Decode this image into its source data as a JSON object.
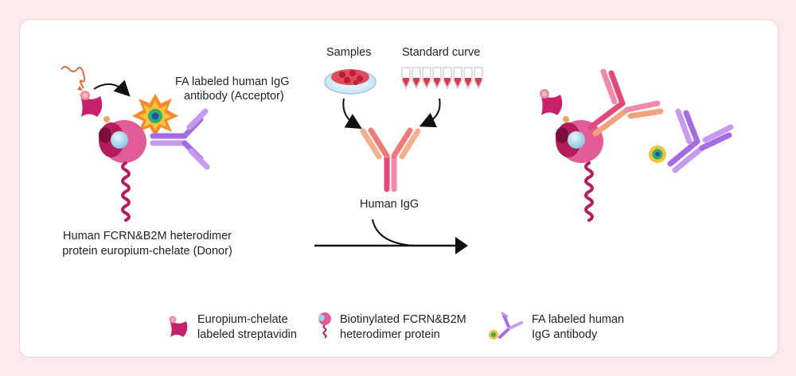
{
  "labels": {
    "acceptor_line1": "FA labeled human IgG",
    "acceptor_line2": "antibody (Acceptor)",
    "samples": "Samples",
    "standard_curve": "Standard curve",
    "human_igg": "Human IgG",
    "donor_line1": "Human FCRN&B2M heterodimer",
    "donor_line2": "protein europium-chelate (Donor)"
  },
  "legend": [
    {
      "icon": "europium-streptavidin-icon",
      "line1": "Europium-chelate",
      "line2": "labeled streptavidin"
    },
    {
      "icon": "biotinylated-fcrn-icon",
      "line1": "Biotinylated FCRN&B2M",
      "line2": "heterodimer protein"
    },
    {
      "icon": "fa-antibody-icon",
      "line1": "FA labeled human",
      "line2": "IgG antibody"
    }
  ],
  "colors": {
    "background": "#fbe9ec",
    "card": "#ffffff",
    "streptavidin": "#c8216b",
    "fcrn": "#e0609a",
    "b2m_blue": "#9fd3ea",
    "acceptor_purple": "#a46ce0",
    "igg_pink": "#e3487a",
    "igg_orange": "#f3a27c",
    "arrow": "#000000"
  }
}
